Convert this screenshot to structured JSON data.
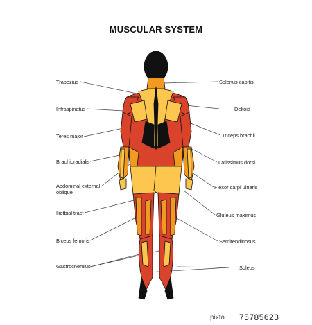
{
  "title": "MUSCULAR SYSTEM",
  "labels_left": [
    {
      "text": "Trapezius"
    },
    {
      "text": "Infraspinatus"
    },
    {
      "text": "Teres major"
    },
    {
      "text": "Brachioradialis"
    },
    {
      "text": "Abdominal external oblique"
    },
    {
      "text": "Iliotbial tract"
    },
    {
      "text": "Biceps femoris"
    },
    {
      "text": "Gastrocnemius"
    }
  ],
  "labels_right": [
    {
      "text": "Splenus capitis"
    },
    {
      "text": "Deltoid"
    },
    {
      "text": "Triceps brachii"
    },
    {
      "text": "Latissimus dorsi"
    },
    {
      "text": "Flexor carpi ulnaris"
    },
    {
      "text": "Gluteus maximus"
    },
    {
      "text": "Semitendinosus"
    },
    {
      "text": "Soleus"
    }
  ],
  "watermark": {
    "logo": "pixta",
    "id": "75785623"
  },
  "colors": {
    "muscle_red": "#d9432b",
    "muscle_orange": "#f29a1f",
    "muscle_yellow": "#fcc64f",
    "outline": "#111111",
    "leader_line": "#444444"
  }
}
